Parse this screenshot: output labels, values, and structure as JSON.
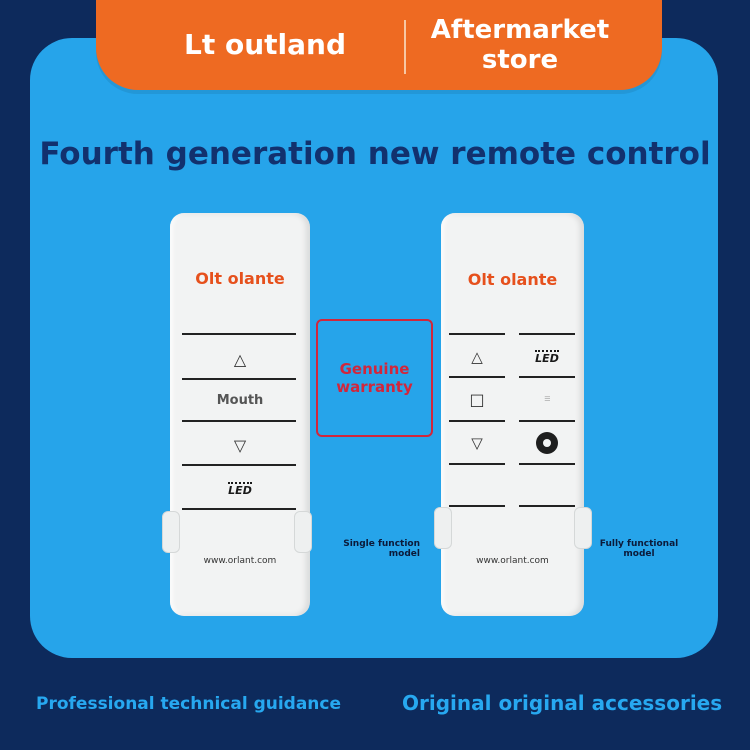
{
  "banner": {
    "left_text": "Lt outland",
    "right_line1": "Aftermarket",
    "right_line2": "store"
  },
  "headline": "Fourth generation new remote control",
  "remote_single": {
    "brand": "Olt olante",
    "up_symbol": "△",
    "middle_label": "Mouth",
    "down_symbol": "▽",
    "led_label": "LED",
    "url": "www.orlant.com"
  },
  "remote_full": {
    "brand": "Olt olante",
    "up_symbol": "△",
    "stop_symbol": "□",
    "down_symbol": "▽",
    "led_label": "LED",
    "url": "www.orlant.com"
  },
  "warranty": {
    "line1": "Genuine",
    "line2": "warranty"
  },
  "labels": {
    "single_line1": "Single function",
    "single_line2": "model",
    "full_line1": "Fully functional",
    "full_line2": "model"
  },
  "footer": {
    "left": "Professional technical guidance",
    "right": "Original original accessories"
  },
  "colors": {
    "background": "#0d2a5c",
    "panel": "#26a4ea",
    "banner": "#ee6a22",
    "headline": "#12316e",
    "brand": "#e6501c",
    "warranty": "#d2263b",
    "footer": "#27a8f0"
  }
}
